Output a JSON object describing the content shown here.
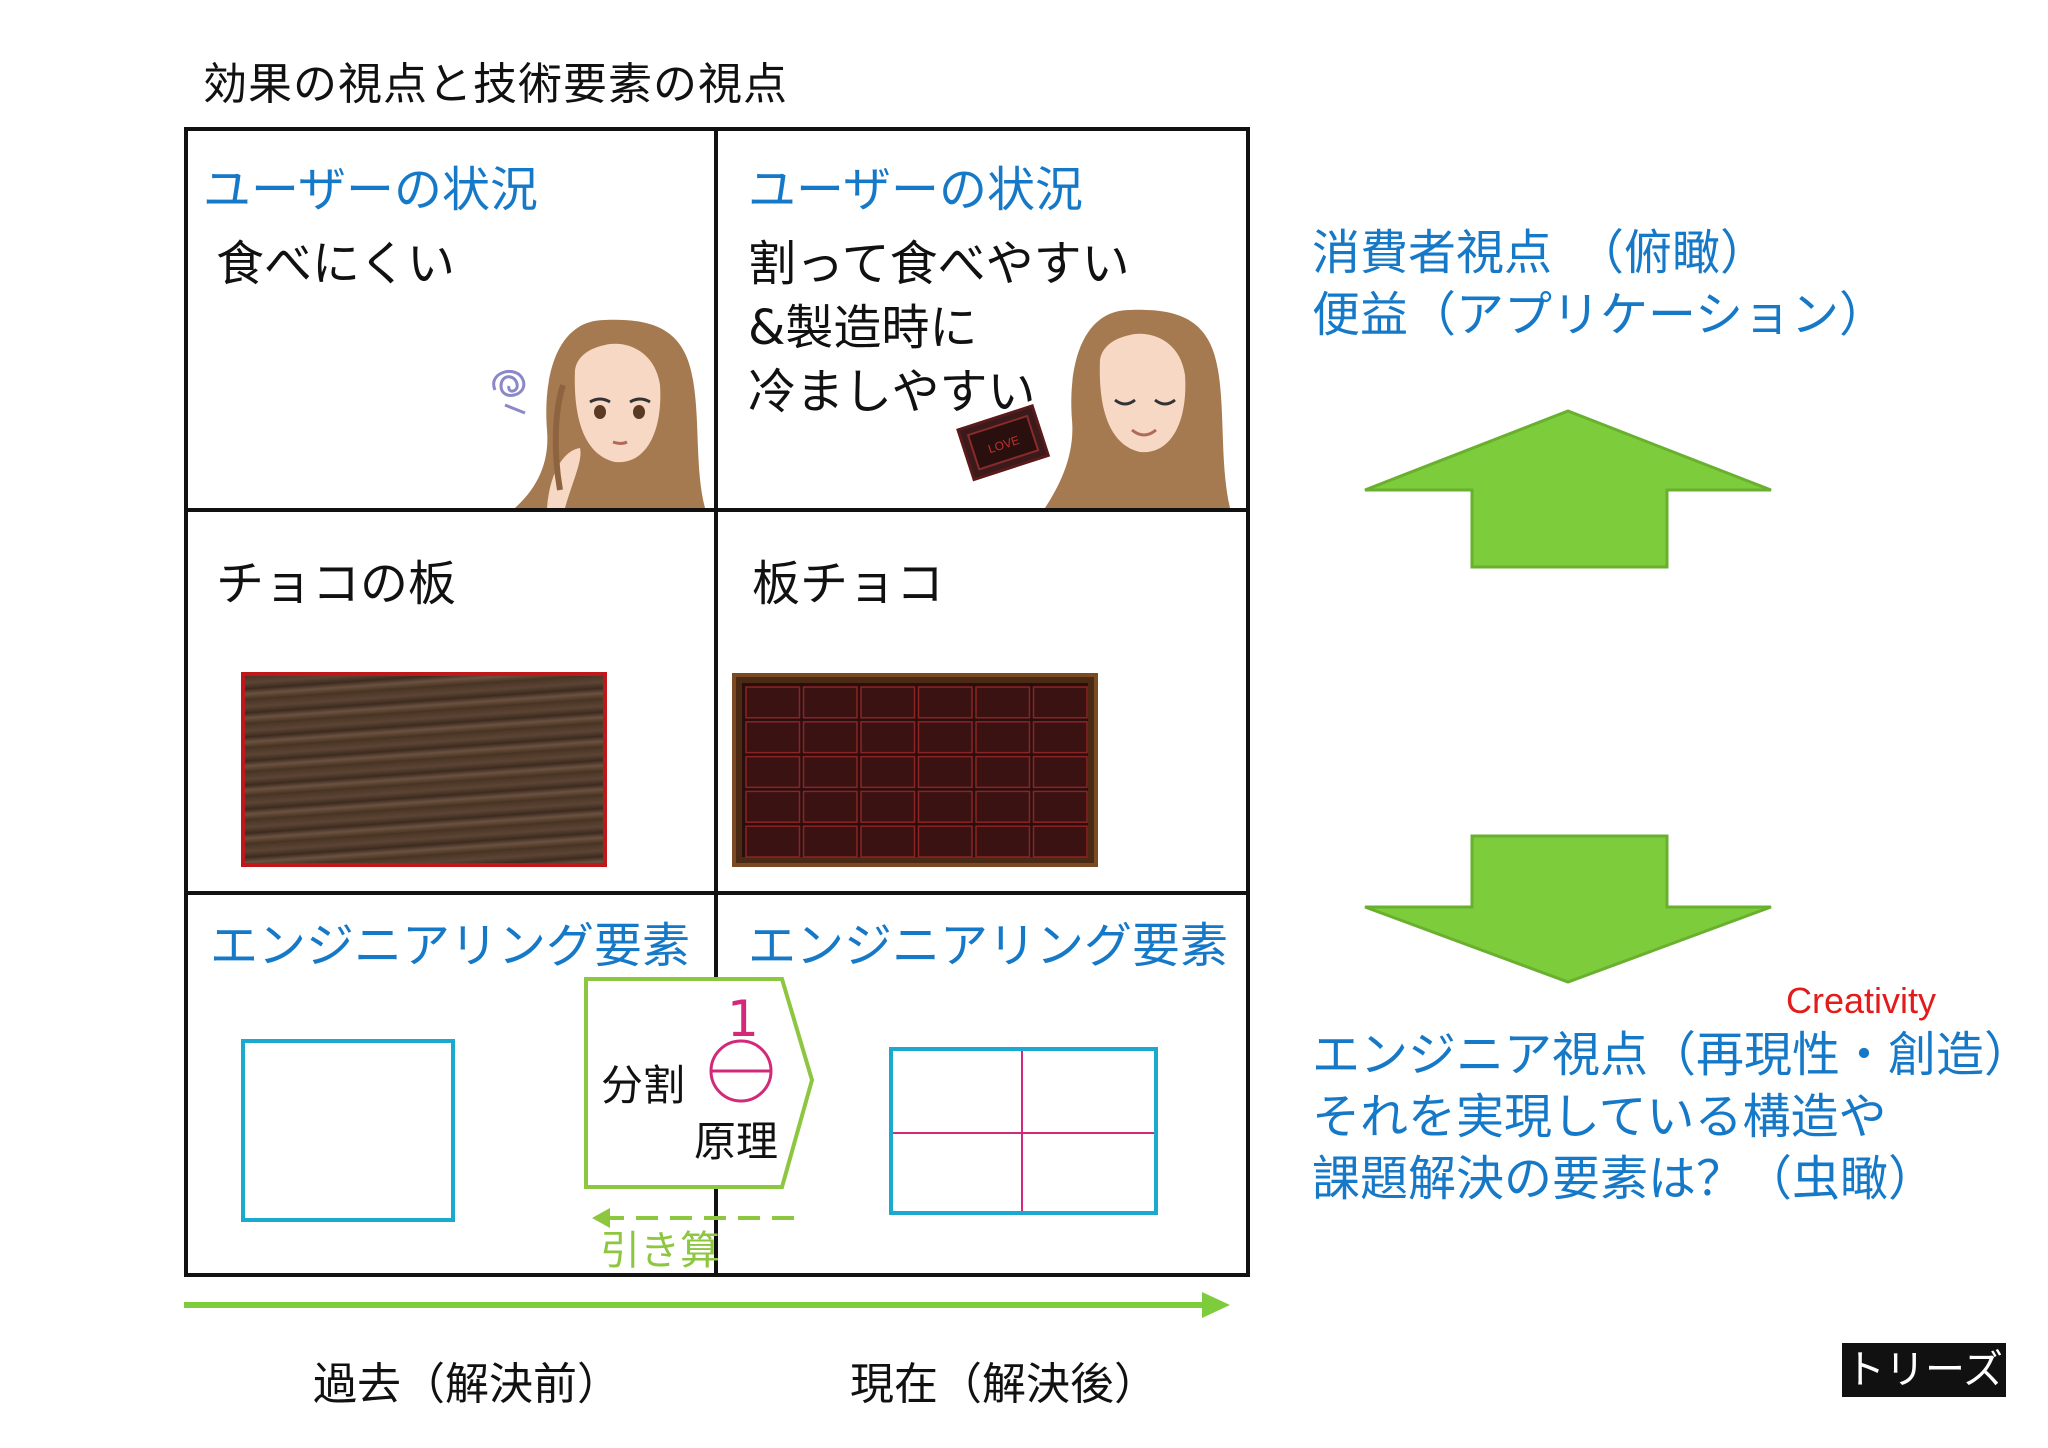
{
  "title": "効果の視点と技術要素の視点",
  "cells": {
    "top_left_heading": "ユーザーの状況",
    "top_left_text": "食べにくい",
    "top_right_heading": "ユーザーの状況",
    "top_right_lines": [
      "割って食べやすい",
      "&製造時に",
      "冷ましやすい"
    ],
    "mid_left_label": "チョコの板",
    "mid_right_label": "板チョコ",
    "bottom_left_heading": "エンジニアリング要素",
    "bottom_right_heading": "エンジニアリング要素",
    "principle_label_1": "分割",
    "principle_label_2": "原理",
    "principle_number": "1",
    "subtraction_label": "引き算",
    "chocolate_piece_text": "LOVE"
  },
  "right_panel": {
    "consumer_line1": "消費者視点　（俯瞰）",
    "consumer_line2": "便益（アプリケーション）",
    "creativity": "Creativity",
    "engineer_lines": [
      "エンジニア視点（再現性・創造）",
      "それを実現している構造や",
      "課題解決の要素は？（虫瞰）"
    ]
  },
  "axis": {
    "past": "過去（解決前）",
    "present": "現在（解決後）"
  },
  "badge": "トリーズ",
  "colors": {
    "blue_text": "#1679c8",
    "green_arrow": "#7ccc3c",
    "green_outline": "#8dc63f",
    "cyan_box": "#1aa9cf",
    "magenta_line": "#d2297a",
    "creativity_red": "#e21b1b"
  },
  "icons": {
    "up_arrow": "up-arrow-icon",
    "down_arrow": "down-arrow-icon",
    "timeline_arrow": "right-arrow-icon",
    "confused_woman": "confused-woman-illustration",
    "happy_woman": "happy-woman-illustration"
  }
}
